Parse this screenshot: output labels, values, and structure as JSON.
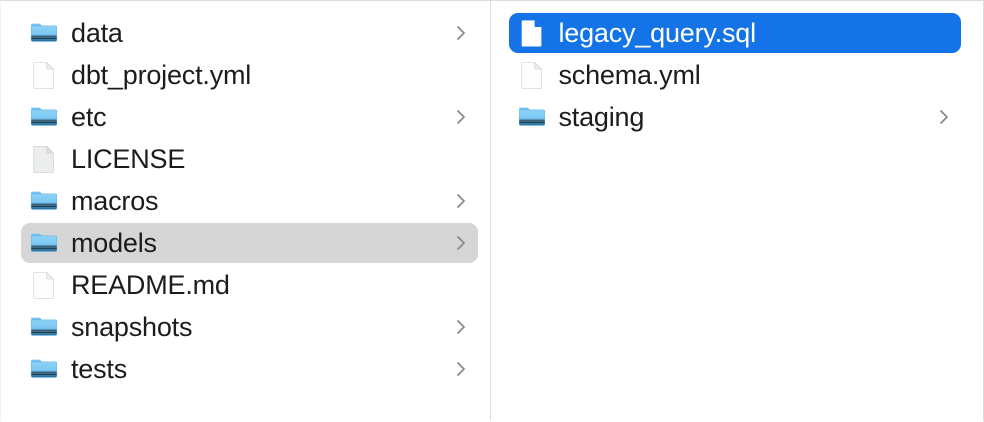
{
  "window": {
    "title": "Finder Column View",
    "view_mode": "column"
  },
  "colors": {
    "selection_active_blue": "#1473e6",
    "selection_inactive_gray": "#d6d6d6",
    "folder_blue": "#6fc2f2",
    "folder_blue_dark": "#3fa9e8",
    "file_white": "#fdfdfd",
    "file_gray": "#ededed",
    "text_primary": "#1c1c1e",
    "text_selected": "#ffffff",
    "chevron_gray": "#8a8a8e",
    "divider": "#e0e0e0"
  },
  "columns": [
    {
      "name": "parent-column",
      "items": [
        {
          "label": "data",
          "kind": "folder",
          "icon": "folder-icon",
          "has_chevron": true,
          "state": "normal"
        },
        {
          "label": "dbt_project.yml",
          "kind": "file",
          "icon": "file-document-icon",
          "has_chevron": false,
          "state": "normal"
        },
        {
          "label": "etc",
          "kind": "folder",
          "icon": "folder-icon",
          "has_chevron": true,
          "state": "normal"
        },
        {
          "label": "LICENSE",
          "kind": "file",
          "icon": "file-generic-icon",
          "has_chevron": false,
          "state": "normal"
        },
        {
          "label": "macros",
          "kind": "folder",
          "icon": "folder-icon",
          "has_chevron": true,
          "state": "normal"
        },
        {
          "label": "models",
          "kind": "folder",
          "icon": "folder-icon",
          "has_chevron": true,
          "state": "selected-inactive"
        },
        {
          "label": "README.md",
          "kind": "file",
          "icon": "file-document-icon",
          "has_chevron": false,
          "state": "normal"
        },
        {
          "label": "snapshots",
          "kind": "folder",
          "icon": "folder-icon",
          "has_chevron": true,
          "state": "normal"
        },
        {
          "label": "tests",
          "kind": "folder",
          "icon": "folder-icon",
          "has_chevron": true,
          "state": "normal"
        }
      ]
    },
    {
      "name": "child-column",
      "items": [
        {
          "label": "legacy_query.sql",
          "kind": "file",
          "icon": "file-document-icon",
          "has_chevron": false,
          "state": "selected-active"
        },
        {
          "label": "schema.yml",
          "kind": "file",
          "icon": "file-document-icon",
          "has_chevron": false,
          "state": "normal"
        },
        {
          "label": "staging",
          "kind": "folder",
          "icon": "folder-icon",
          "has_chevron": true,
          "state": "normal"
        }
      ]
    }
  ]
}
